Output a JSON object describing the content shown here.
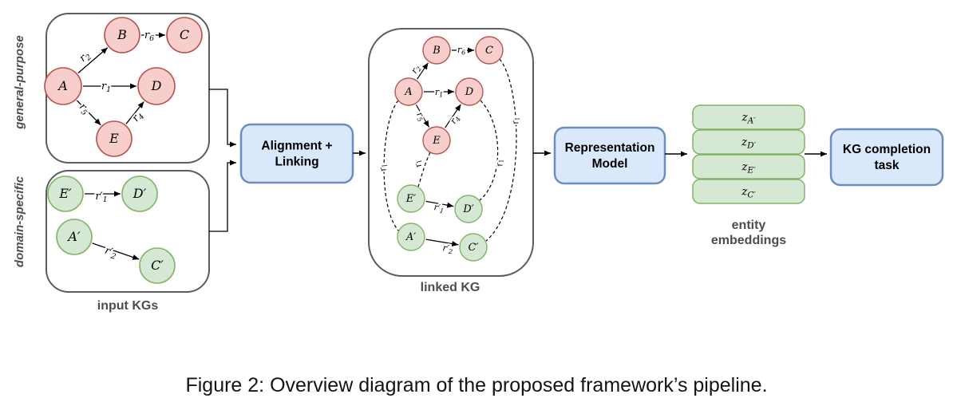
{
  "figure_caption": "Figure 2: Overview diagram of the proposed framework’s pipeline.",
  "colors": {
    "kg_red_fill": "#f8cecc",
    "kg_red_stroke": "#b85450",
    "kg_green_fill": "#d5e8d4",
    "kg_green_stroke": "#82b366",
    "process_blue_fill": "#dae8fc",
    "process_blue_stroke": "#6c8ebf",
    "container_stroke": "#5c5c5c",
    "muted_label": "#4d4d4d"
  },
  "input_kgs": {
    "caption": "input KGs",
    "general": {
      "side_label": "general-purpose",
      "nodes": [
        "A",
        "B",
        "C",
        "D",
        "E"
      ],
      "edge_labels": [
        {
          "base": "r",
          "sub": "2"
        },
        {
          "base": "r",
          "sub": "6"
        },
        {
          "base": "r",
          "sub": "1"
        },
        {
          "base": "r",
          "sub": "5"
        },
        {
          "base": "r",
          "sub": "4"
        }
      ]
    },
    "domain": {
      "side_label": "domain-specific",
      "nodes": [
        "E′",
        "D′",
        "A′",
        "C′"
      ],
      "edge_labels": [
        {
          "base": "r′",
          "sub": "1"
        },
        {
          "base": "r′",
          "sub": "2"
        }
      ]
    }
  },
  "pipeline": {
    "alignment_box": {
      "line1": "Alignment +",
      "line2": "Linking"
    },
    "representation_box": {
      "line1": "Representation",
      "line2": "Model"
    },
    "completion_box": {
      "line1": "KG completion",
      "line2": "task"
    }
  },
  "linked_kg": {
    "caption": "linked KG",
    "red_nodes": [
      "B",
      "C",
      "A",
      "D",
      "E"
    ],
    "green_nodes": [
      "E′",
      "D′",
      "A′",
      "C′"
    ],
    "edge_labels": [
      {
        "base": "r",
        "sub": "2"
      },
      {
        "base": "r",
        "sub": "6"
      },
      {
        "base": "r",
        "sub": "1"
      },
      {
        "base": "r",
        "sub": "5"
      },
      {
        "base": "r",
        "sub": "4"
      },
      {
        "base": "r′",
        "sub": "1"
      },
      {
        "base": "r′",
        "sub": "2"
      }
    ],
    "link_label": {
      "base": "r",
      "sub": "l"
    }
  },
  "embeddings": {
    "caption_line1": "entity",
    "caption_line2": "embeddings",
    "items": [
      {
        "base": "z",
        "sub": "A′"
      },
      {
        "base": "z",
        "sub": "D′"
      },
      {
        "base": "z",
        "sub": "E′"
      },
      {
        "base": "z",
        "sub": "C′"
      }
    ]
  }
}
